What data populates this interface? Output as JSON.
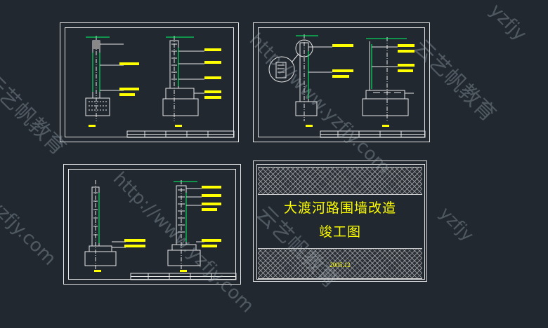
{
  "cover": {
    "title": "大渡河路围墙改造",
    "subtitle": "竣工图",
    "date": "2005.12"
  },
  "watermarks": {
    "brand": "云艺帆教育",
    "url": "http://www.yzfjy.com",
    "url_short": "yzfjy.com",
    "domain_fragment": "yzfjy"
  },
  "colors": {
    "background": "#212830",
    "linework": "#e6e6e6",
    "annotation": "#ffff00",
    "dimension": "#00ff66"
  }
}
